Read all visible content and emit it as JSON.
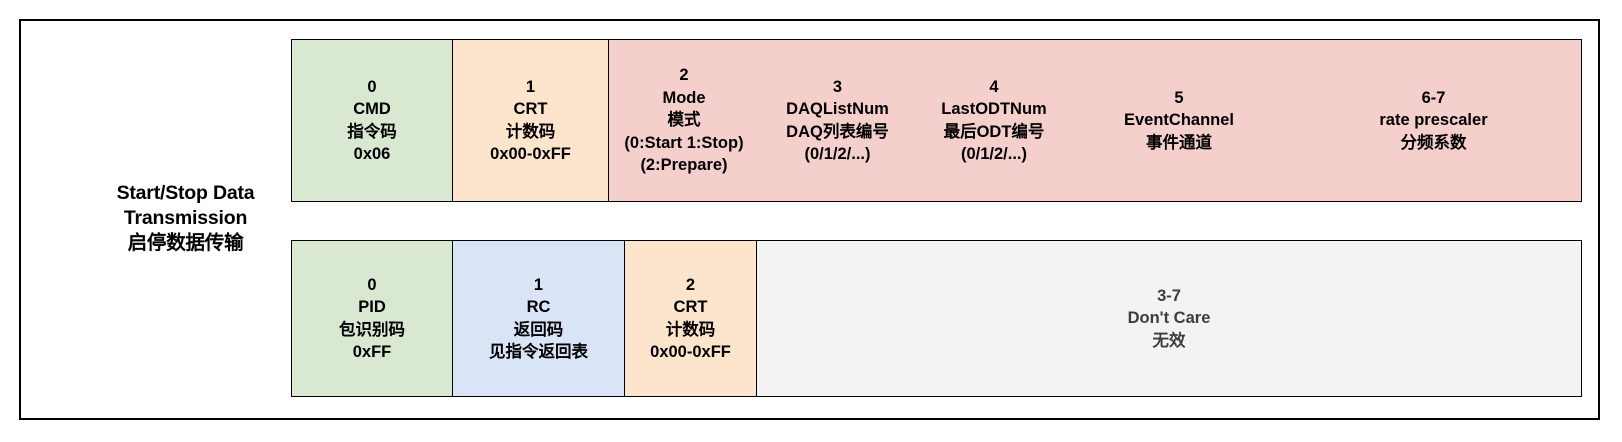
{
  "figure": {
    "row_label": {
      "line1": "Start/Stop Data",
      "line2": "Transmission",
      "line3": "启停数据传输"
    },
    "colors": {
      "green": "#d9e8d0",
      "orange": "#fde4cd",
      "pink": "#f5cfcc",
      "blue": "#d9e4f6",
      "gray": "#f3f3f3",
      "border": "#000000",
      "text": "#000000",
      "muted_text": "#3d3d3d"
    },
    "request_row": {
      "name": "request-packet",
      "cells": [
        {
          "index": "0",
          "color": "green",
          "lines": [
            "0",
            "CMD",
            "指令码",
            "0x06"
          ]
        },
        {
          "index": "1",
          "color": "orange",
          "lines": [
            "1",
            "CRT",
            "计数码",
            "0x00-0xFF"
          ]
        },
        {
          "index": "2",
          "color": "pink",
          "lines": [
            "2",
            "Mode",
            "模式",
            "(0:Start 1:Stop)",
            "(2:Prepare)"
          ]
        },
        {
          "index": "3",
          "color": "pink",
          "lines": [
            "3",
            "DAQListNum",
            "DAQ列表编号",
            "(0/1/2/...)"
          ]
        },
        {
          "index": "4",
          "color": "pink",
          "lines": [
            "4",
            "LastODTNum",
            "最后ODT编号",
            "(0/1/2/...)"
          ]
        },
        {
          "index": "5",
          "color": "pink",
          "lines": [
            "5",
            "EventChannel",
            "事件通道"
          ]
        },
        {
          "index": "6-7",
          "color": "pink",
          "lines": [
            "6-7",
            "rate prescaler",
            "分频系数"
          ]
        }
      ]
    },
    "response_row": {
      "name": "response-packet",
      "cells": [
        {
          "index": "0",
          "color": "green",
          "lines": [
            "0",
            "PID",
            "包识别码",
            "0xFF"
          ]
        },
        {
          "index": "1",
          "color": "blue",
          "lines": [
            "1",
            "RC",
            "返回码",
            "见指令返回表"
          ]
        },
        {
          "index": "2",
          "color": "orange",
          "lines": [
            "2",
            "CRT",
            "计数码",
            "0x00-0xFF"
          ]
        },
        {
          "index": "3-7",
          "color": "gray",
          "lines": [
            "3-7",
            "Don't Care",
            "无效"
          ]
        }
      ]
    }
  }
}
